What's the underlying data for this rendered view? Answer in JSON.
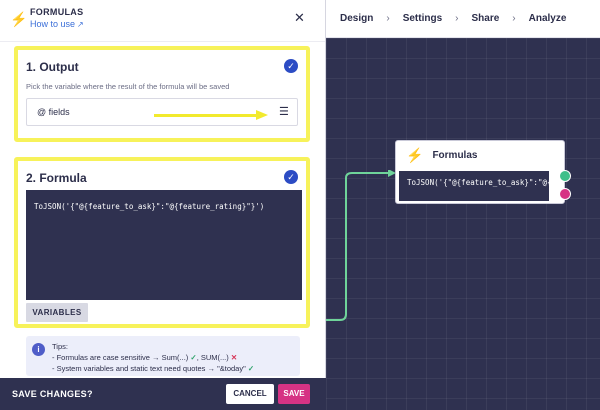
{
  "panel": {
    "title": "FORMULAS",
    "how_to_use": "How to use",
    "close_glyph": "✕",
    "bolt_glyph": "⚡",
    "external_glyph": "↗"
  },
  "output_section": {
    "title": "1. Output",
    "description": "Pick the variable where the result of the formula will be saved",
    "field_value": "@ fields",
    "check_glyph": "✓",
    "list_glyph": "☰"
  },
  "formula_section": {
    "title": "2. Formula",
    "code": "ToJSON('{\"@{feature_to_ask}\":\"@{feature_rating}\"}')",
    "variables_label": "VARIABLES",
    "check_glyph": "✓"
  },
  "tips": {
    "info_glyph": "i",
    "title": "Tips:",
    "line1_text": "- Formulas are case sensitive → Sum(...)",
    "line1_ok": "✓",
    "line1_mid": ", SUM(...)",
    "line1_bad": "✕",
    "line2_text": "- System variables and static text need quotes → \"&today\"",
    "line2_ok": "✓"
  },
  "footer": {
    "title": "SAVE CHANGES?",
    "cancel_label": "CANCEL",
    "save_label": "SAVE"
  },
  "topnav": {
    "steps": [
      "Design",
      "Settings",
      "Share",
      "Analyze"
    ],
    "separator": "›"
  },
  "node": {
    "title": "Formulas",
    "code": "ToJSON('{\"@{feature_to_ask}\":\"@{feature_rating}\"}')",
    "bolt_glyph": "⚡"
  },
  "colors": {
    "accent_yellow": "#f7f25a",
    "canvas_bg": "#2f3150",
    "save_pink": "#d63384",
    "check_blue": "#2c4cc4",
    "connector_green": "#6fd49a"
  }
}
